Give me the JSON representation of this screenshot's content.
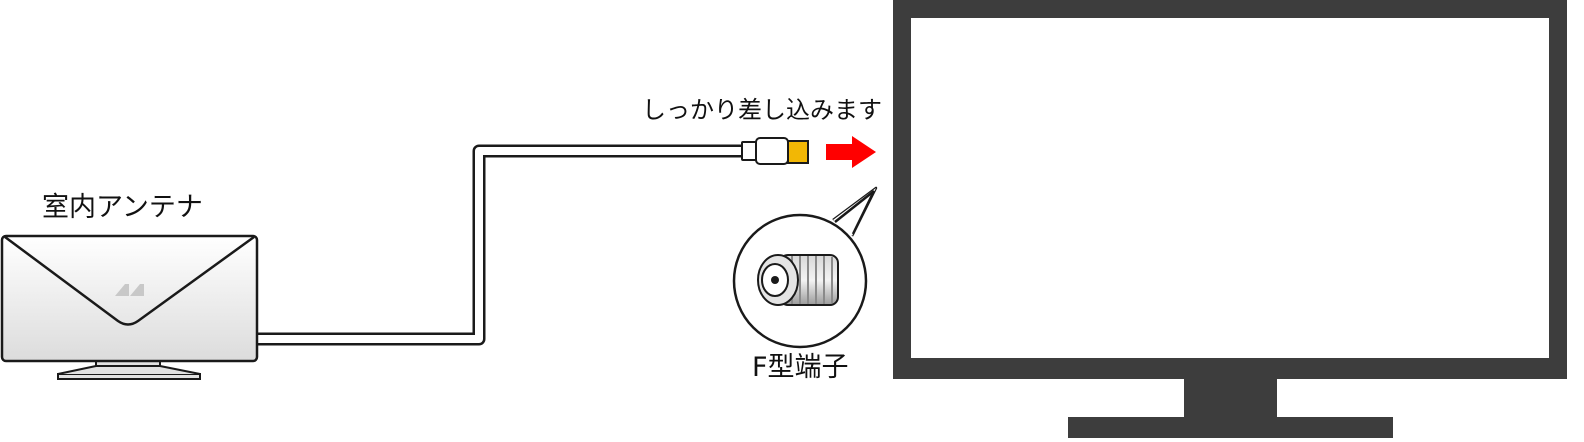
{
  "labels": {
    "antenna": "室内アンテナ",
    "insert_instruction": "しっかり差し込みます",
    "f_connector": "F型端子"
  },
  "colors": {
    "tv_frame": "#3d3d3d",
    "screen": "#ffffff",
    "arrow": "#ff0000",
    "connector_tip": "#f2b705",
    "outline": "#1a1a1a",
    "antenna_fill": "#ececec"
  },
  "icons": {
    "arrow": "right-arrow-icon",
    "connector": "f-connector-icon",
    "logo": "antenna-logo-icon"
  }
}
